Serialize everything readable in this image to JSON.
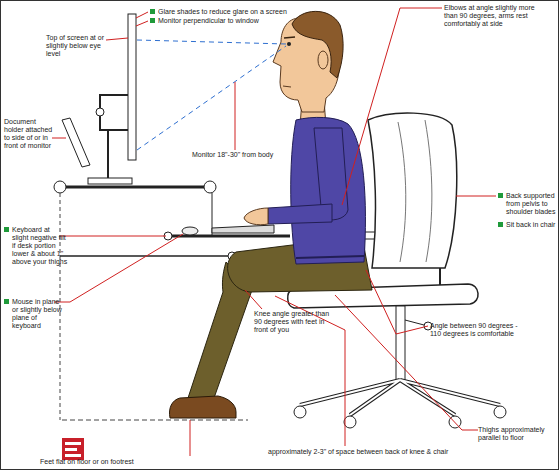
{
  "diagram": {
    "labels": [
      "Glare shades to reduce glare on a screen",
      "Monitor perpendicular to window",
      "Elbows at angle slightly more than 90 degrees, arms rest comfortably at side",
      "Top of screen at or slightly below eye level",
      "Monitor 18\"-30\" from body",
      "Document holder attached to side of or in front of monitor",
      "Back supported from pelvis to shoulder blades",
      "Sit back in chair",
      "Keyboard at slight negative tilt if desk portion lower & about 1\" above your thighs",
      "Mouse in plane or slightly below plane of keyboard",
      "Knee angle greater than 90 degrees with feet in front of you",
      "Angle between 90 degrees - 110 degrees is comfortable",
      "Thighs approximately parallel to floor",
      "approximately 2-3\" of space between back of knee & chair",
      "Feet flat on floor or on footrest"
    ]
  }
}
